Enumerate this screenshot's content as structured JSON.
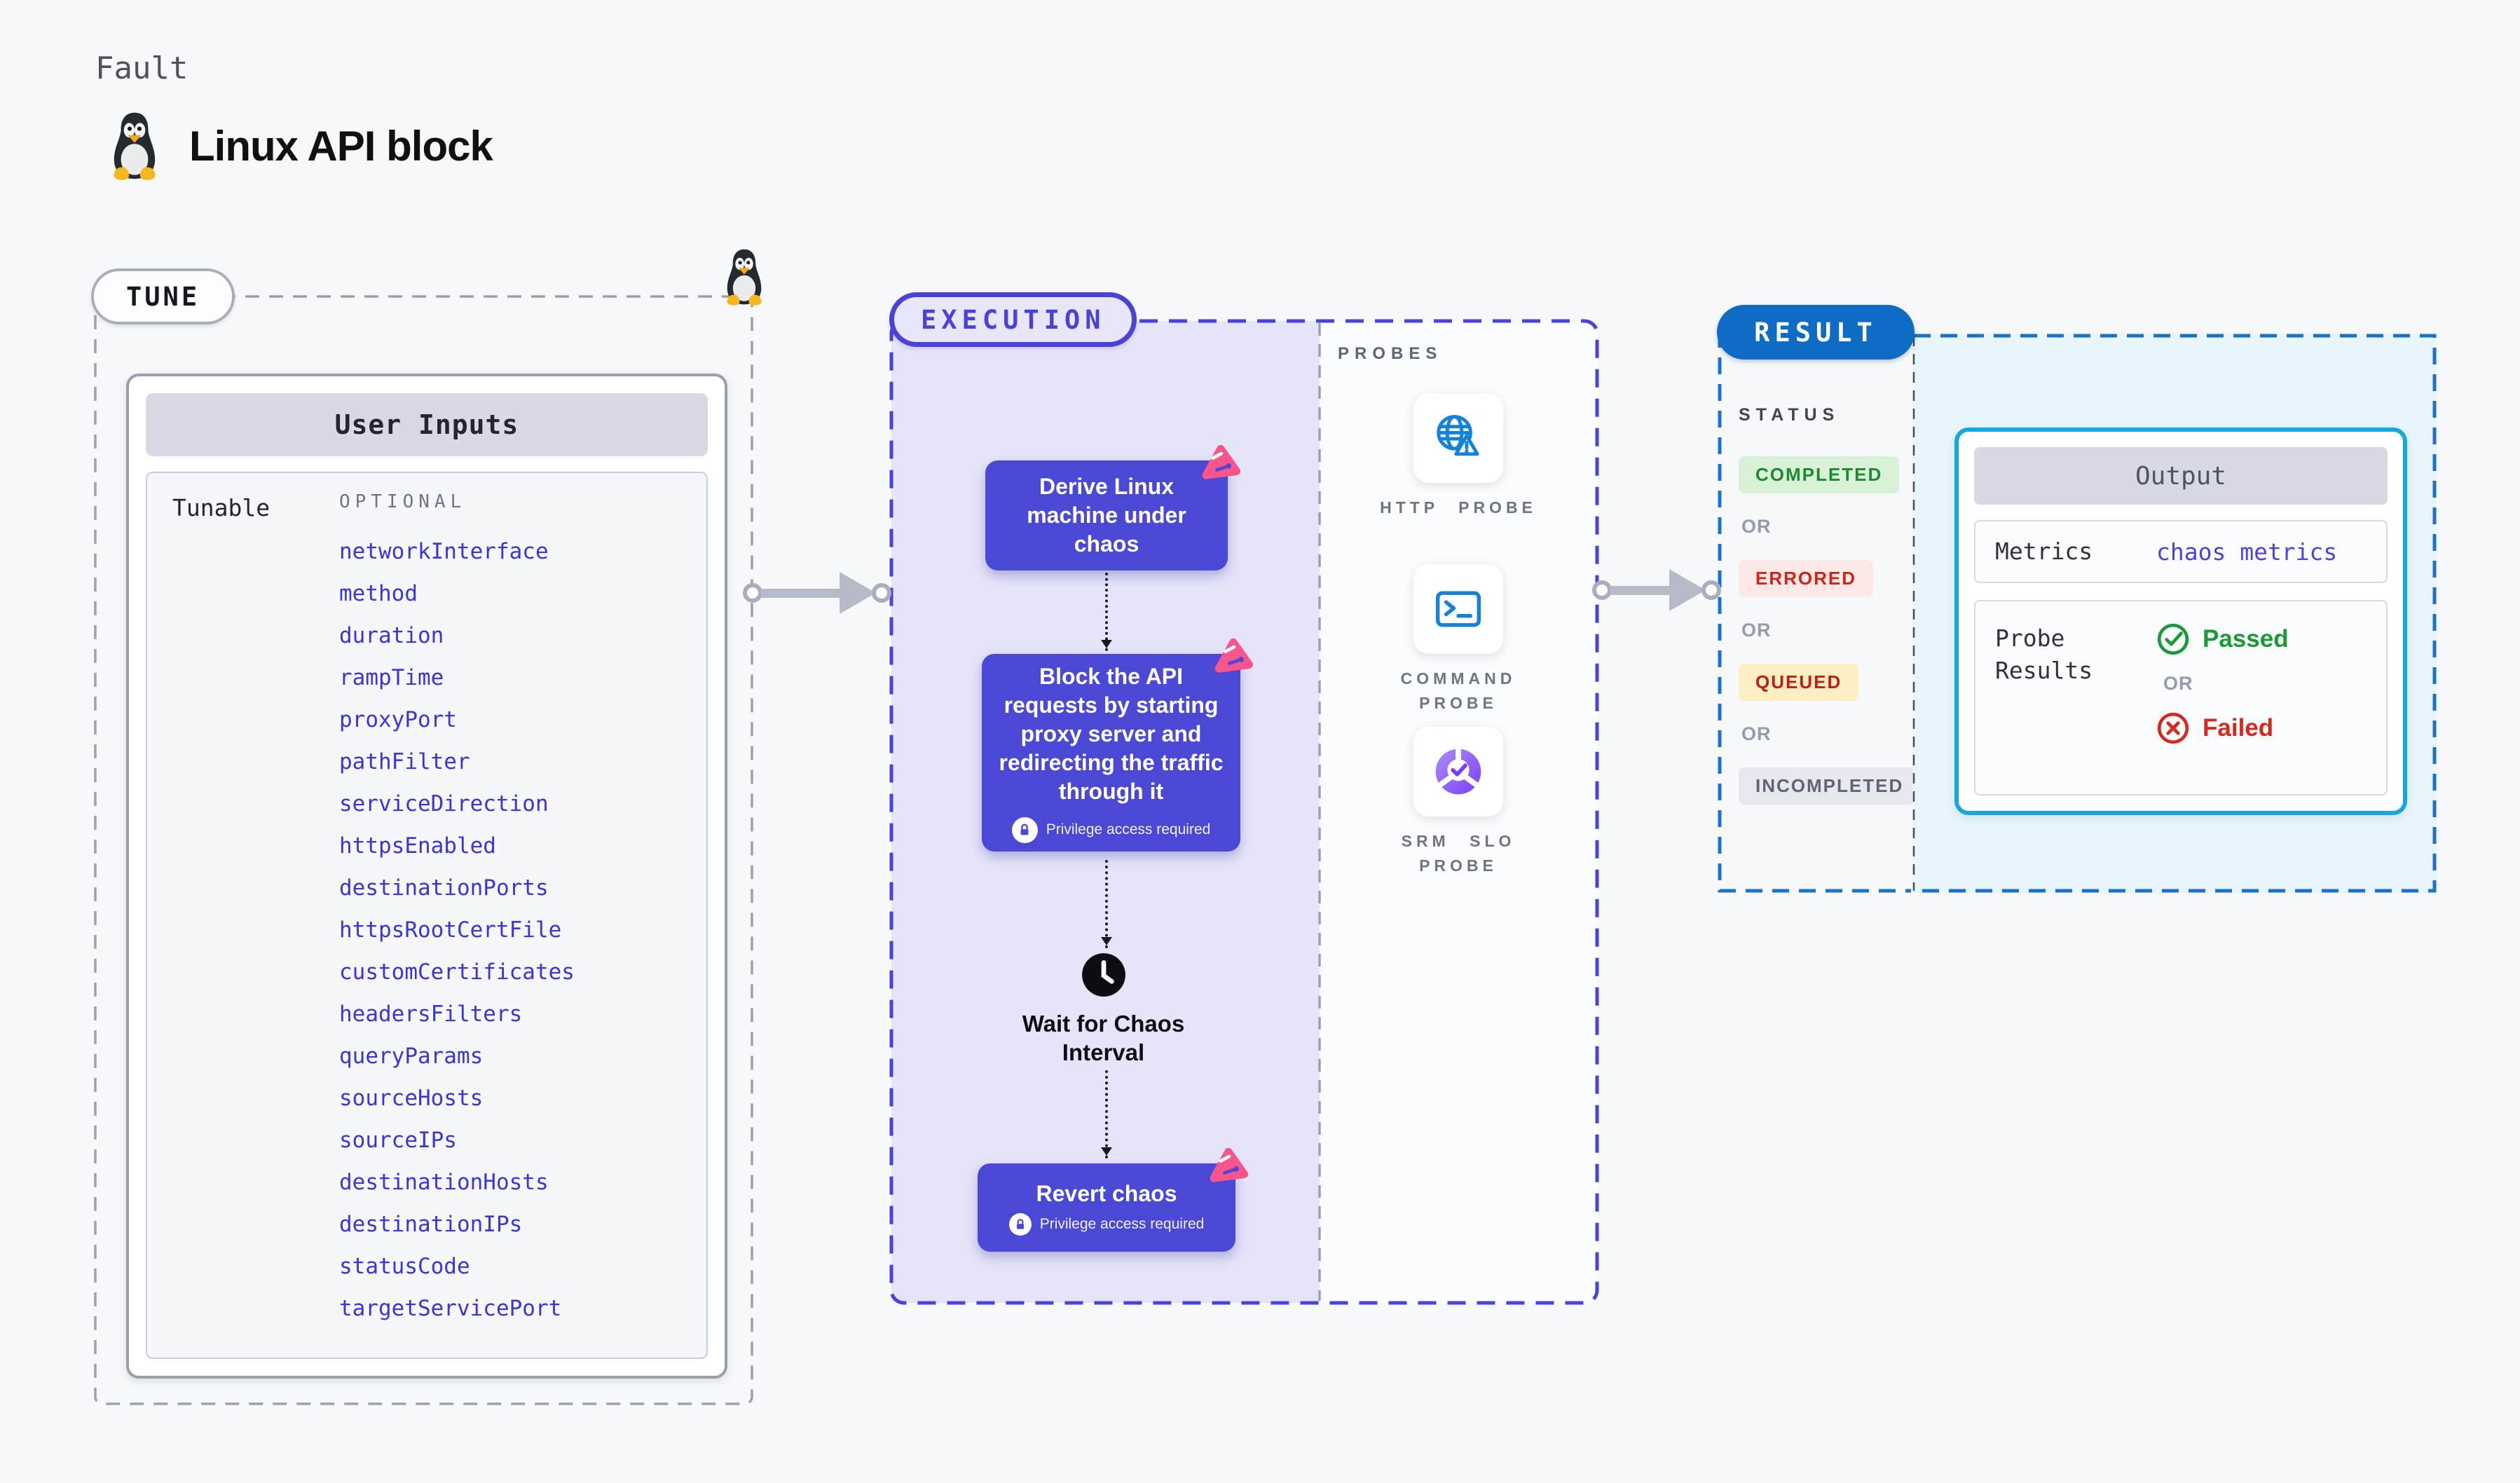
{
  "page": {
    "fault_label": "Fault",
    "title": "Linux API block"
  },
  "tune": {
    "pill_label": "TUNE",
    "card_header": "User Inputs",
    "left_label": "Tunable",
    "optional_label": "OPTIONAL",
    "params": [
      "networkInterface",
      "method",
      "duration",
      "rampTime",
      "proxyPort",
      "pathFilter",
      "serviceDirection",
      "httpsEnabled",
      "destinationPorts",
      "httpsRootCertFile",
      "customCertificates",
      "headersFilters",
      "queryParams",
      "sourceHosts",
      "sourceIPs",
      "destinationHosts",
      "destinationIPs",
      "statusCode",
      "targetServicePort"
    ]
  },
  "execution": {
    "pill_label": "EXECUTION",
    "steps": [
      {
        "text": "Derive Linux machine under chaos"
      },
      {
        "text": "Block the API requests by starting proxy server and redirecting the traffic through it",
        "privilege": "Privilege access required"
      },
      {
        "text": "Revert chaos",
        "privilege": "Privilege access required"
      }
    ],
    "wait_label": "Wait for Chaos Interval",
    "probes": {
      "label": "PROBES",
      "items": [
        {
          "name": "HTTP PROBE",
          "icon": "globe-warning-icon"
        },
        {
          "name": "COMMAND PROBE",
          "icon": "terminal-icon"
        },
        {
          "name": "SRM SLO PROBE",
          "icon": "slo-donut-check-icon"
        }
      ]
    }
  },
  "result": {
    "pill_label": "RESULT",
    "status_label": "STATUS",
    "or_label": "OR",
    "statuses": [
      {
        "label": "COMPLETED",
        "bg": "#d9f1d7",
        "color": "#1d8a33"
      },
      {
        "label": "ERRORED",
        "bg": "#fce9e7",
        "color": "#cb2619"
      },
      {
        "label": "QUEUED",
        "bg": "#fdefc3",
        "color": "#bf1d12"
      },
      {
        "label": "INCOMPLETED",
        "bg": "#e7e8ee",
        "color": "#5d6574"
      }
    ],
    "output": {
      "header": "Output",
      "metrics_label": "Metrics",
      "metrics_value": "chaos metrics",
      "probe_results_label": "Probe Results",
      "passed_label": "Passed",
      "or_label": "OR",
      "failed_label": "Failed"
    }
  },
  "colors": {
    "accent_indigo": "#4a42d8",
    "flow_box_indigo": "#4b48d6",
    "chaos_badge_pink": "#f7558b",
    "result_blue": "#0f6cc4",
    "output_border_cyan": "#17a7e0",
    "probe_icon_blue": "#1482da",
    "srm_purple_start": "#ab8df7",
    "srm_purple_end": "#7c3efc",
    "param_indigo": "#3a34dd",
    "passed_green": "#189a35",
    "failed_red": "#d6291d",
    "execution_fill": "#e5e4f9",
    "output_fill": "#e8f5fb"
  }
}
